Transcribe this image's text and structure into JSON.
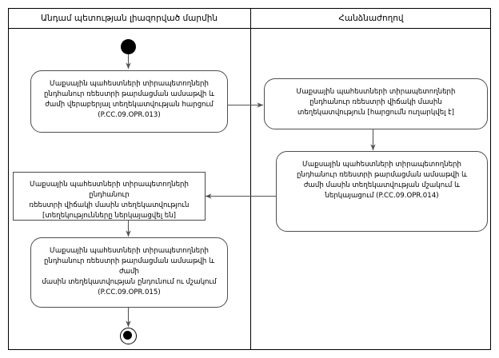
{
  "diagram": {
    "type": "uml-activity-diagram",
    "swimlanes": [
      {
        "id": "member-state-authority",
        "title": "Անդամ պետության լիազորված մարմին"
      },
      {
        "id": "commission",
        "title": "Հանձնաժողով"
      }
    ],
    "nodes": {
      "start": {
        "kind": "initial-node",
        "lane": "member-state-authority"
      },
      "action_013": {
        "kind": "action",
        "lane": "member-state-authority",
        "text": "Մաքսային պահեստների տիրապետողների\nընդհանուր ռեեստրի թարմացման ամսաթվի և\nժամի վերաբերյալ տեղեկատվության հարցում\n(P.CC.09.OPR.013)",
        "code": "P.CC.09.OPR.013"
      },
      "object_request_sent": {
        "kind": "object",
        "lane": "commission",
        "text": "Մաքսային պահեստների տիրապետողների\nընդհանուր ռեեստրի վիճակի մասին\nտեղեկատվություն [հարցումն ուղարկվել է]",
        "state": "[հարցումն ուղարկվել է]"
      },
      "action_014": {
        "kind": "action",
        "lane": "commission",
        "text": "Մաքսային պահեստների տիրապետողների\nընդհանուր ռեեստրի թարմացման ամսաթվի և\nժամի մասին տեղեկատվության մշակում և\nներկայացում (P.CC.09.OPR.014)",
        "code": "P.CC.09.OPR.014"
      },
      "object_info_provided": {
        "kind": "object",
        "lane": "member-state-authority",
        "text": "Մաքսային պահեստների տիրապետողների  ընդհանուր\nռեեստրի վիճակի մասին տեղեկատվություն\n[տեղեկությունները ներկայացվել են]",
        "state": "[տեղեկությունները ներկայացվել են]"
      },
      "action_015": {
        "kind": "action",
        "lane": "member-state-authority",
        "text": "Մաքսային պահեստների տիրապետողների\nընդհանուր ռեեստրի թարմացման ամսաթվի և ժամի\nմասին տեղեկատվության ընդունում ու մշակում\n(P.CC.09.OPR.015)",
        "code": "P.CC.09.OPR.015"
      },
      "end": {
        "kind": "final-node",
        "lane": "member-state-authority"
      }
    },
    "edges": [
      {
        "from": "start",
        "to": "action_013",
        "direction": "down"
      },
      {
        "from": "action_013",
        "to": "object_request_sent",
        "direction": "right"
      },
      {
        "from": "object_request_sent",
        "to": "action_014",
        "direction": "down"
      },
      {
        "from": "action_014",
        "to": "object_info_provided",
        "direction": "left"
      },
      {
        "from": "object_info_provided",
        "to": "action_015",
        "direction": "down"
      },
      {
        "from": "action_015",
        "to": "end",
        "direction": "down"
      }
    ],
    "colors": {
      "background": "#ffffff",
      "frame_stroke": "#000000",
      "node_stroke": "#4f4f4f",
      "edge_stroke": "#545454",
      "text": "#000000"
    }
  }
}
